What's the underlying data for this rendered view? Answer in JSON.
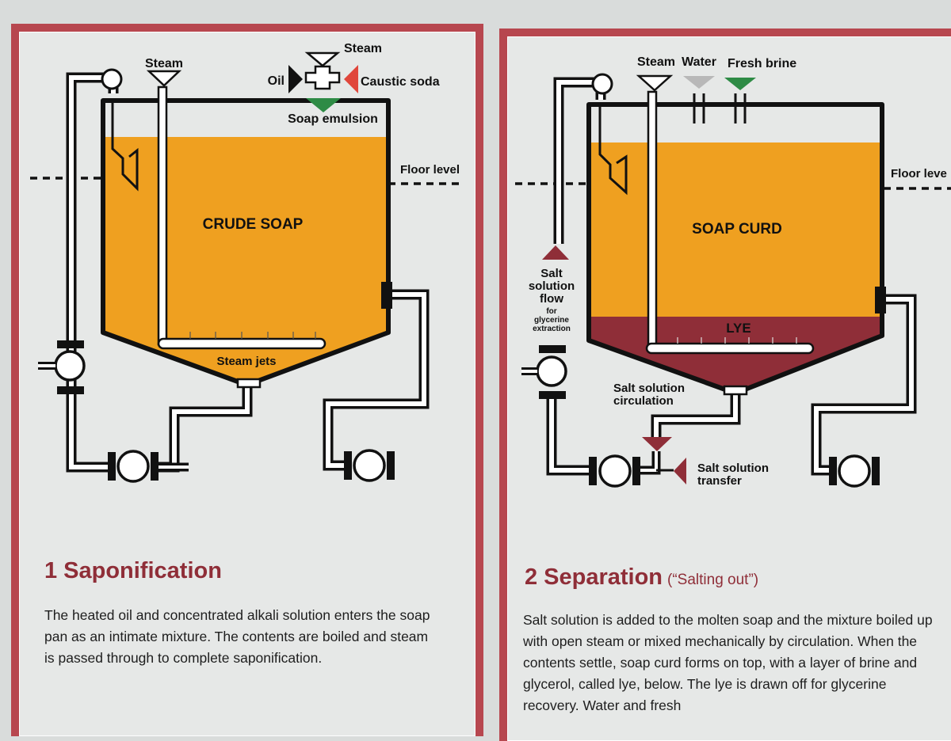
{
  "panel1": {
    "number": "1",
    "title": "Saponification",
    "labels": {
      "steam_left": "Steam",
      "steam_top": "Steam",
      "oil": "Oil",
      "caustic_soda": "Caustic soda",
      "soap_emulsion": "Soap emulsion",
      "floor_level": "Floor level",
      "crude_soap": "CRUDE SOAP",
      "steam_jets": "Steam jets"
    },
    "body": "The heated oil and concentrated alkali solution enters the soap pan as an intimate mixture. The contents are boiled and steam is passed through to complete saponification."
  },
  "panel2": {
    "number": "2",
    "title": "Separation",
    "subtitle": "(“Salting out”)",
    "labels": {
      "steam": "Steam",
      "water": "Water",
      "fresh_brine": "Fresh brine",
      "floor_level": "Floor leve",
      "soap_curd": "SOAP CURD",
      "lye": "LYE",
      "salt_flow_1": "Salt",
      "salt_flow_2": "solution",
      "salt_flow_3": "flow",
      "salt_flow_4": "for",
      "salt_flow_5": "glycerine",
      "salt_flow_6": "extraction",
      "circulation_1": "Salt solution",
      "circulation_2": "circulation",
      "transfer_1": "Salt solution",
      "transfer_2": "transfer"
    },
    "body": "Salt solution is added to the molten soap and the mixture boiled up with open steam or mixed mechanically by circulation. When the contents settle, soap curd forms on top, with a layer of brine and glycerol, called lye, below. The lye is drawn off for glycerine recovery. Water and fresh"
  },
  "colors": {
    "frame": "#b7474f",
    "soap": "#efa020",
    "lye": "#8f2e38",
    "heading": "#8f2e38",
    "emulsion_green": "#2e8b45",
    "caustic_red": "#e0463b",
    "water_grey": "#b8b8b8"
  },
  "icons": [
    "triangle-valve-icon",
    "pump-icon",
    "flange-icon",
    "steam-jet-icon",
    "inlet-arrow-icon"
  ]
}
